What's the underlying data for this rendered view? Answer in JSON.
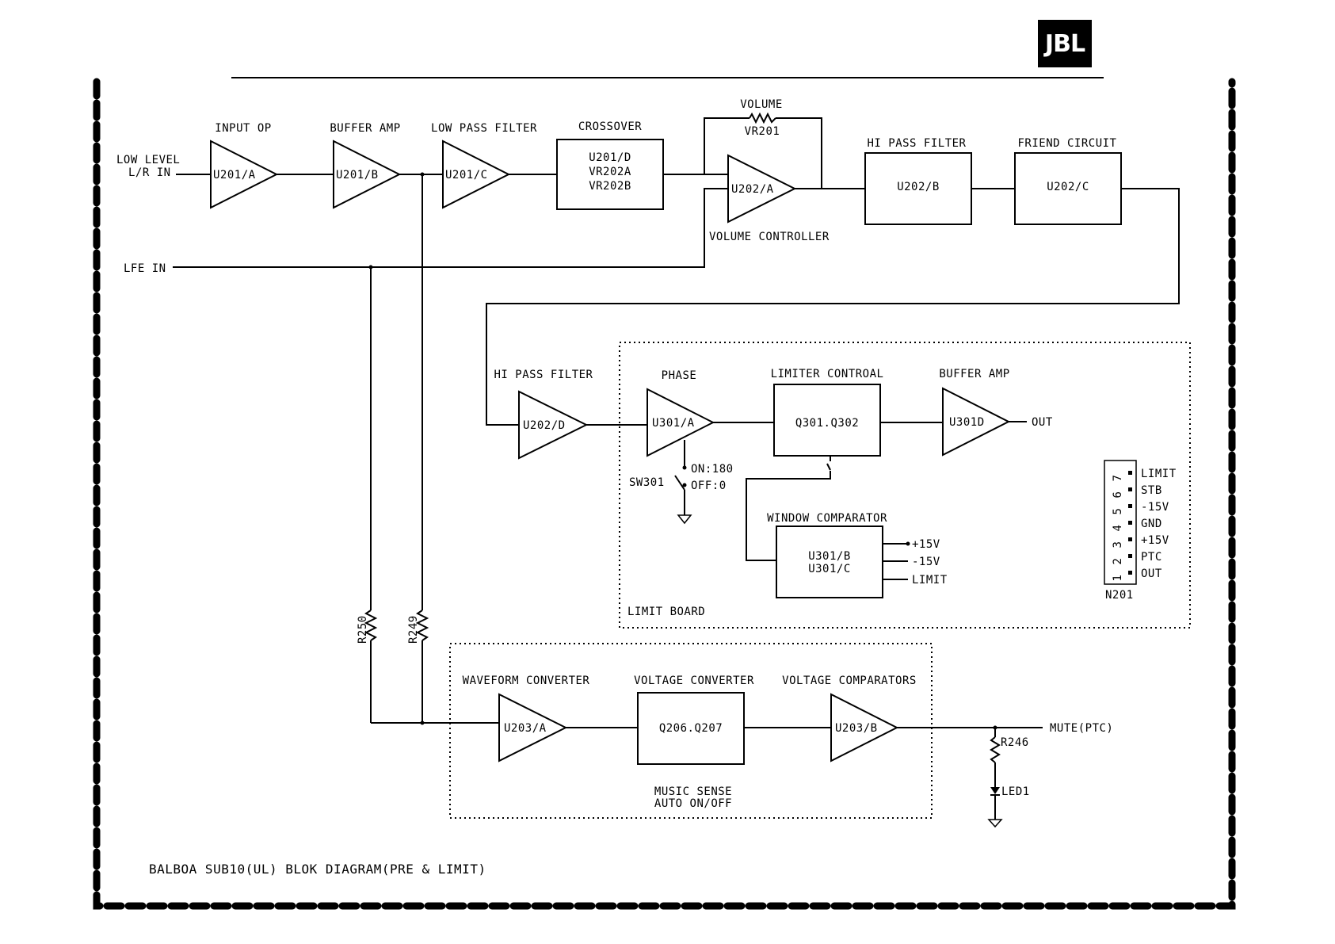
{
  "logo": {
    "text": "JBL",
    "bg": "#000000",
    "fg": "#ffffff"
  },
  "title": "BALBOA SUB10(UL) BLOK DIAGRAM(PRE & LIMIT)",
  "inputs": {
    "low_level_1": "LOW LEVEL",
    "low_level_2": "L/R IN",
    "lfe": "LFE IN"
  },
  "stage_labels": {
    "input_op": "INPUT OP",
    "buffer_amp": "BUFFER AMP",
    "low_pass_filter": "LOW PASS FILTER",
    "crossover": "CROSSOVER",
    "volume": "VOLUME",
    "volume_controller": "VOLUME CONTROLLER",
    "hi_pass_filter_1": "HI PASS FILTER",
    "friend_circuit": "FRIEND CIRCUIT",
    "hi_pass_filter_2": "HI PASS FILTER",
    "phase": "PHASE",
    "limiter_control": "LIMITER CONTROAL",
    "buffer_amp_2": "BUFFER AMP",
    "window_comparator": "WINDOW COMPARATOR",
    "limit_board": "LIMIT BOARD",
    "waveform_converter": "WAVEFORM CONVERTER",
    "voltage_converter": "VOLTAGE CONVERTER",
    "voltage_comparators": "VOLTAGE COMPARATORS",
    "music_sense_1": "MUSIC SENSE",
    "music_sense_2": "AUTO ON/OFF"
  },
  "components": {
    "u201a": "U201/A",
    "u201b": "U201/B",
    "u201c": "U201/C",
    "crossover_1": "U201/D",
    "crossover_2": "VR202A",
    "crossover_3": "VR202B",
    "vr201": "VR201",
    "u202a": "U202/A",
    "u202b": "U202/B",
    "u202c": "U202/C",
    "u202d": "U202/D",
    "u301a": "U301/A",
    "q301": "Q301.Q302",
    "u301d": "U301D",
    "u301b": "U301/B",
    "u301c": "U301/C",
    "u203a": "U203/A",
    "q206": "Q206.Q207",
    "u203b": "U203/B",
    "r250": "R250",
    "r249": "R249",
    "r246": "R246",
    "led1": "LED1",
    "sw301": "SW301"
  },
  "switch": {
    "on": "ON:180",
    "off": "OFF:0"
  },
  "signals": {
    "out": "OUT",
    "plus15": "+15V",
    "minus15": "-15V",
    "limit": "LIMIT",
    "mute": "MUTE(PTC)"
  },
  "connector": {
    "name": "N201",
    "pins": [
      {
        "num": "7",
        "label": "LIMIT"
      },
      {
        "num": "6",
        "label": "STB"
      },
      {
        "num": "5",
        "label": "-15V"
      },
      {
        "num": "4",
        "label": "GND"
      },
      {
        "num": "3",
        "label": "+15V"
      },
      {
        "num": "2",
        "label": "PTC"
      },
      {
        "num": "1",
        "label": "OUT"
      }
    ]
  }
}
